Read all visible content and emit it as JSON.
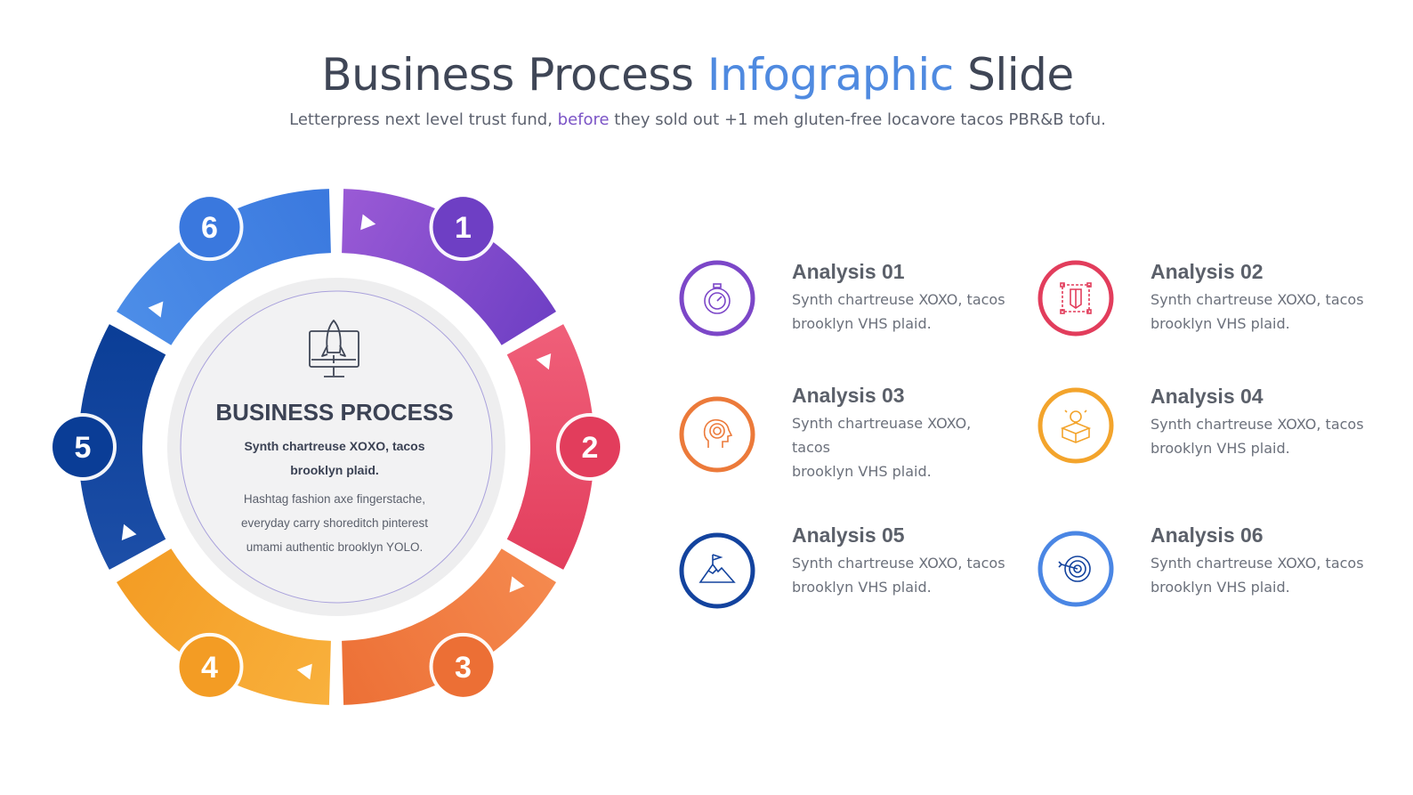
{
  "header": {
    "title_part1": "Business Process ",
    "title_accent": "Infographic",
    "title_part3": " Slide",
    "subtitle_part1": "Letterpress next level trust fund, ",
    "subtitle_highlight": "before",
    "subtitle_part3": " they sold out +1 meh gluten-free locavore tacos PBR&B tofu."
  },
  "center": {
    "title": "BUSINESS PROCESS",
    "subtitle_line1": "Synth chartreuse XOXO, tacos",
    "subtitle_line2": "brooklyn plaid.",
    "body_line1": "Hashtag fashion axe fingerstache,",
    "body_line2": "everyday carry shoreditch pinterest",
    "body_line3": "umami authentic brooklyn YOLO.",
    "icon": "rocket-monitor-icon"
  },
  "segments": [
    {
      "number": "1",
      "color_start": "#9b5bd6",
      "color_end": "#6e3fc4"
    },
    {
      "number": "2",
      "color_start": "#f0607a",
      "color_end": "#e23d5c"
    },
    {
      "number": "3",
      "color_start": "#f58a4f",
      "color_end": "#ec6f35"
    },
    {
      "number": "4",
      "color_start": "#f9b13d",
      "color_end": "#f39c24"
    },
    {
      "number": "5",
      "color_start": "#1d4fa8",
      "color_end": "#0a3d96"
    },
    {
      "number": "6",
      "color_start": "#4d8ee8",
      "color_end": "#3a78de"
    }
  ],
  "analyses": [
    {
      "title": "Analysis 01",
      "line1": "Synth chartreuse XOXO, tacos",
      "line2": "brooklyn VHS plaid.",
      "icon": "stopwatch-icon",
      "color": "#7c47c8"
    },
    {
      "title": "Analysis 02",
      "line1": "Synth chartreuse XOXO, tacos",
      "line2": "brooklyn VHS plaid.",
      "icon": "design-pen-icon",
      "color": "#e23d5c"
    },
    {
      "title": "Analysis 03",
      "line1": "Synth chartreuase XOXO, tacos",
      "line2": "brooklyn VHS plaid.",
      "icon": "head-maze-icon",
      "color": "#ec7a3a"
    },
    {
      "title": "Analysis 04",
      "line1": "Synth chartreuse XOXO, tacos",
      "line2": "brooklyn VHS plaid.",
      "icon": "idea-box-icon",
      "color": "#f3a42c"
    },
    {
      "title": "Analysis 05",
      "line1": "Synth chartreuse XOXO, tacos",
      "line2": "brooklyn VHS plaid.",
      "icon": "mountain-flag-icon",
      "color": "#13439e"
    },
    {
      "title": "Analysis 06",
      "line1": "Synth chartreuse XOXO, tacos",
      "line2": "brooklyn VHS plaid.",
      "icon": "target-icon",
      "color": "#4a86e4"
    }
  ]
}
